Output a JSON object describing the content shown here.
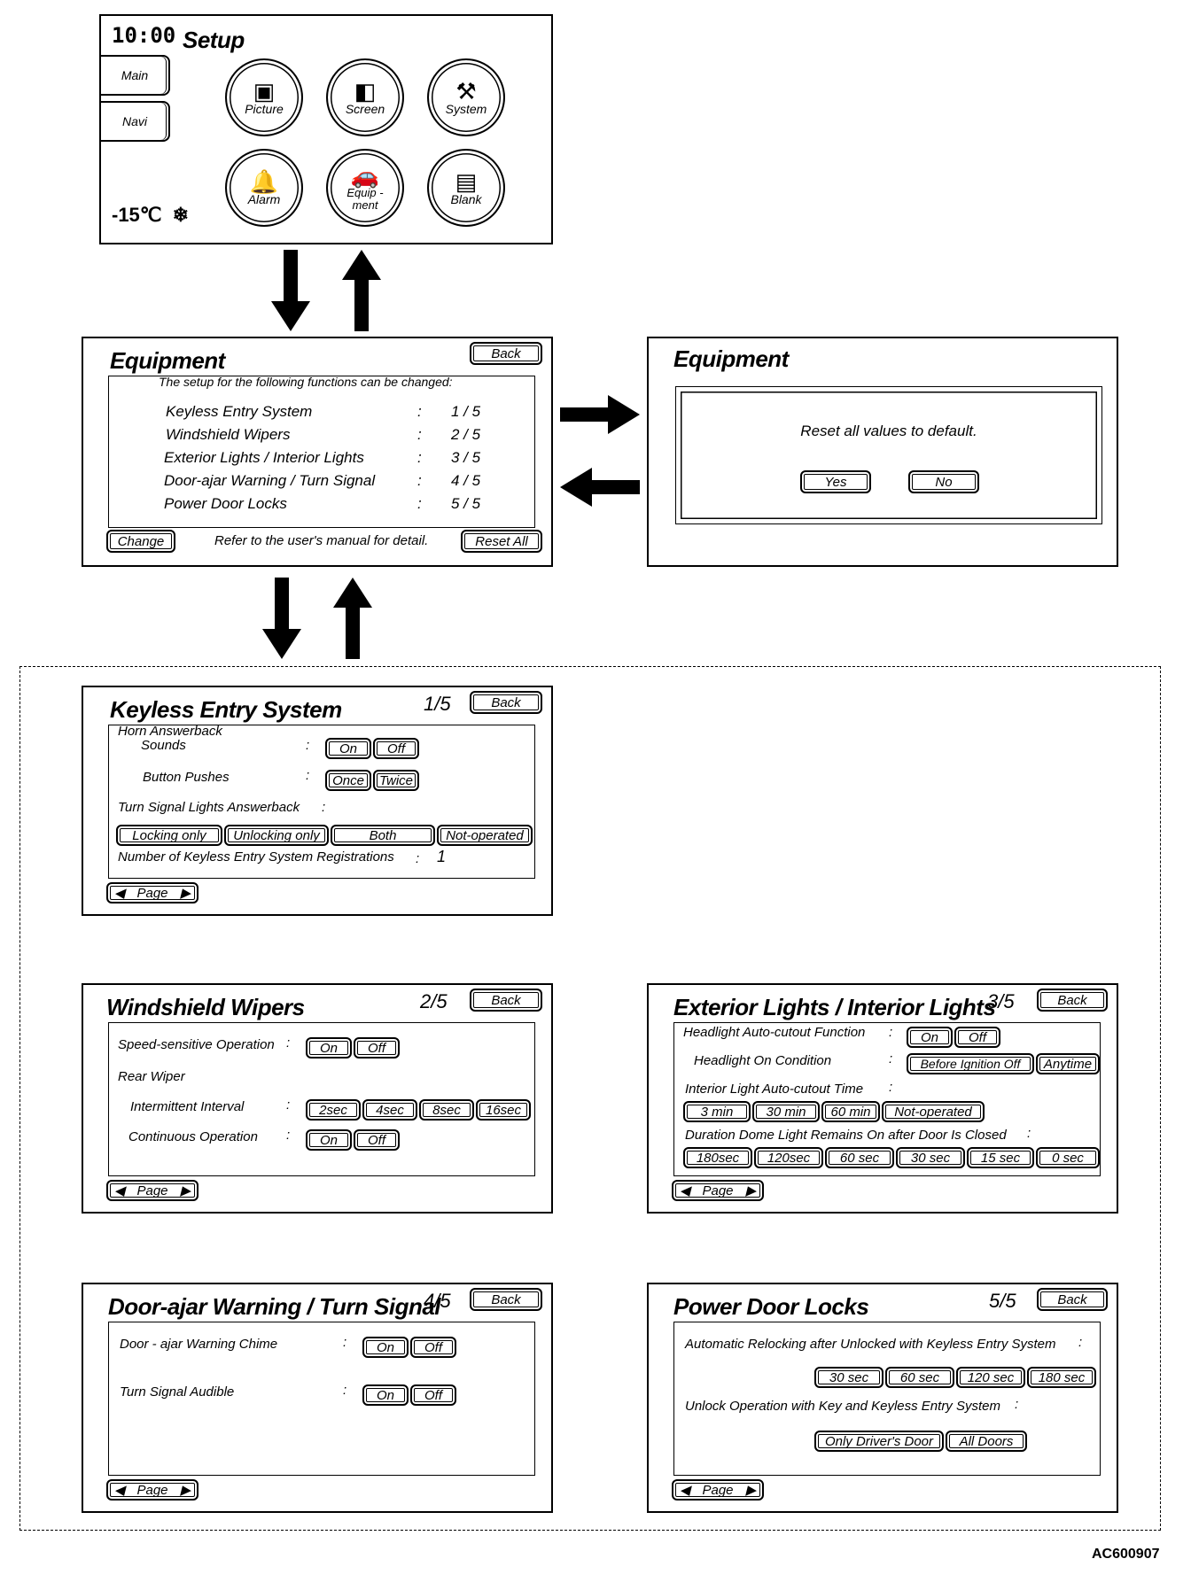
{
  "setup": {
    "time": "10:00",
    "title": "Setup",
    "tabs": [
      "Main",
      "Navi"
    ],
    "temperature": "-15℃",
    "icons": [
      {
        "label": "Picture",
        "icon": "picture-icon"
      },
      {
        "label": "Screen",
        "icon": "screen-icon"
      },
      {
        "label": "System",
        "icon": "system-icon"
      },
      {
        "label": "Alarm",
        "icon": "alarm-icon"
      },
      {
        "label": "Equip - ment",
        "icon": "equipment-icon"
      },
      {
        "label": "Blank",
        "icon": "blank-icon"
      }
    ]
  },
  "equipment": {
    "title": "Equipment",
    "back": "Back",
    "intro": "The setup for the following functions can be  changed:",
    "items": [
      {
        "name": "Keyless Entry System",
        "page": "1 / 5"
      },
      {
        "name": "Windshield Wipers",
        "page": "2 / 5"
      },
      {
        "name": "Exterior Lights / Interior Lights",
        "page": "3 / 5"
      },
      {
        "name": "Door-ajar Warning / Turn Signal",
        "page": "4 / 5"
      },
      {
        "name": "Power Door Locks",
        "page": "5 / 5"
      }
    ],
    "colon": ":",
    "change": "Change",
    "refer": "Refer to the user's manual for detail.",
    "reset_all": "Reset All"
  },
  "reset_dialog": {
    "title": "Equipment",
    "message": "Reset all values to default.",
    "yes": "Yes",
    "no": "No"
  },
  "keyless": {
    "title": "Keyless Entry System",
    "page": "1/5",
    "back": "Back",
    "horn": "Horn Answerback",
    "sounds": "Sounds",
    "button_pushes": "Button Pushes",
    "on": "On",
    "off": "Off",
    "once": "Once",
    "twice": "Twice",
    "turn_signal": "Turn Signal Lights Answerback",
    "opts": [
      "Locking only",
      "Unlocking only",
      "Both",
      "Not-operated"
    ],
    "registrations": "Number of Keyless Entry System Registrations",
    "reg_value": "1",
    "page_btn": "Page"
  },
  "wipers": {
    "title": "Windshield Wipers",
    "page": "2/5",
    "back": "Back",
    "speed": "Speed-sensitive Operation",
    "rear": "Rear Wiper",
    "interval": "Intermittent Interval",
    "intervals": [
      "2sec",
      "4sec",
      "8sec",
      "16sec"
    ],
    "continuous": "Continuous Operation",
    "on": "On",
    "off": "Off",
    "page_btn": "Page"
  },
  "lights": {
    "title": "Exterior Lights / Interior Lights",
    "page": "3/5",
    "back": "Back",
    "headlight_cutout": "Headlight Auto-cutout Function",
    "headlight_on": "Headlight On Condition",
    "before_ign": "Before Ignition Off",
    "anytime": "Anytime",
    "interior": "Interior Light Auto-cutout Time",
    "interior_opts": [
      "3 min",
      "30 min",
      "60 min",
      "Not-operated"
    ],
    "dome": "Duration Dome Light Remains On after Door Is  Closed",
    "dome_opts": [
      "180sec",
      "120sec",
      "60 sec",
      "30 sec",
      "15 sec",
      "0 sec"
    ],
    "on": "On",
    "off": "Off",
    "page_btn": "Page"
  },
  "door": {
    "title": "Door-ajar Warning / Turn Signal",
    "page": "4/5",
    "back": "Back",
    "chime": "Door - ajar Warning Chime",
    "audible": "Turn Signal Audible",
    "on": "On",
    "off": "Off",
    "page_btn": "Page"
  },
  "locks": {
    "title": "Power Door Locks",
    "page": "5/5",
    "back": "Back",
    "relock": "Automatic Relocking after Unlocked with Keyless Entry System",
    "relock_opts": [
      "30 sec",
      "60 sec",
      "120 sec",
      "180 sec"
    ],
    "unlock": "Unlock Operation with Key and Keyless Entry System",
    "unlock_opts": [
      "Only Driver's Door",
      "All Doors"
    ],
    "page_btn": "Page"
  },
  "figure_id": "AC600907"
}
